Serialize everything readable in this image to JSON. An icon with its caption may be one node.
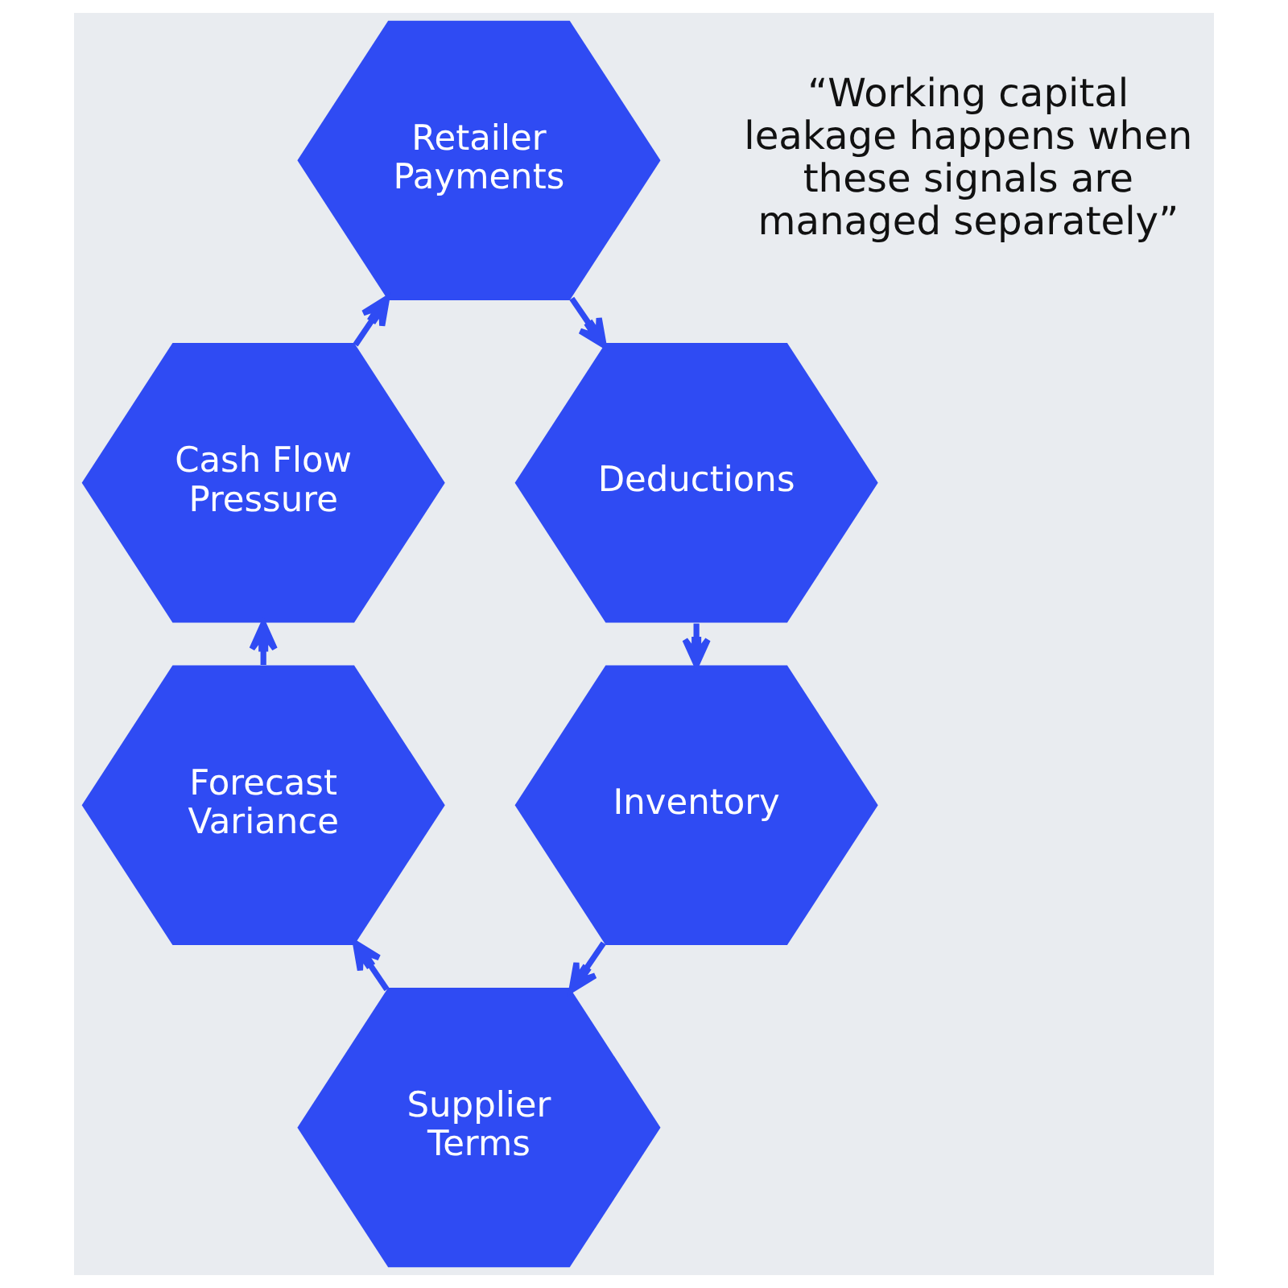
{
  "diagram": {
    "nodes": [
      {
        "text": [
          "Retailer Payments"
        ]
      },
      {
        "text": [
          "Cash Flow Pressure"
        ]
      },
      {
        "text": [
          "Deductions"
        ]
      },
      {
        "text": [
          "Forecast Variance"
        ]
      },
      {
        "text": [
          "Inventory"
        ]
      },
      {
        "text": [
          "Supplier Terms"
        ]
      }
    ],
    "edges": [
      {
        "from": 0,
        "to": 2,
        "arrow": "to"
      },
      {
        "from": 2,
        "to": 4,
        "arrow": "to"
      },
      {
        "from": 4,
        "to": 5,
        "arrow": "to"
      },
      {
        "from": 5,
        "to": 3,
        "arrow": "to"
      },
      {
        "from": 3,
        "to": 1,
        "arrow": "to"
      },
      {
        "from": 1,
        "to": 0,
        "arrow": "to"
      }
    ],
    "labels": [
      "“Working capital leakage happens when these signals are managed separately”"
    ]
  }
}
